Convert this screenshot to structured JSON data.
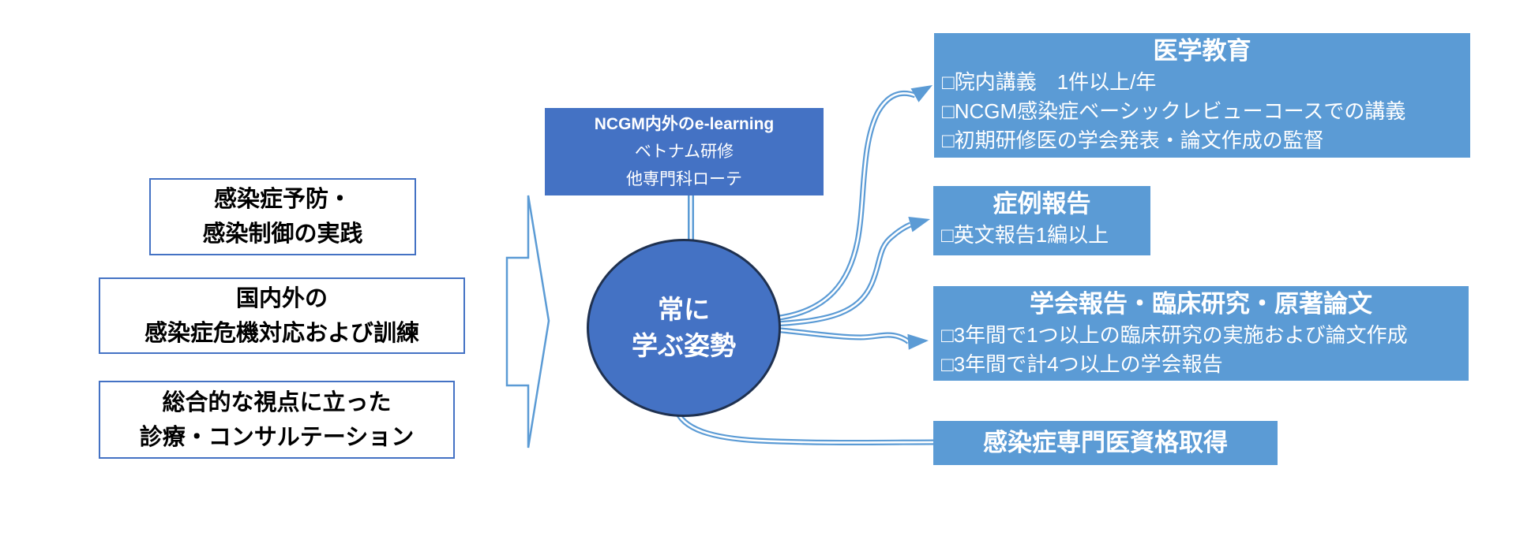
{
  "diagram": {
    "left_boxes": [
      {
        "line1": "感染症予防・",
        "line2": "感染制御の実践"
      },
      {
        "line1": "国内外の",
        "line2": "感染症危機対応および訓練"
      },
      {
        "line1": "総合的な視点に立った",
        "line2": "診療・コンサルテーション"
      }
    ],
    "input_box": {
      "line1": "NCGM内外のe-learning",
      "line2": "ベトナム研修",
      "line3": "他専門科ローテ"
    },
    "circle": {
      "line1": "常に",
      "line2": "学ぶ姿勢"
    },
    "output_boxes": [
      {
        "title": "医学教育",
        "items": [
          "□院内講義　1件以上/年",
          "□NCGM感染症ベーシックレビューコースでの講義",
          "□初期研修医の学会発表・論文作成の監督"
        ]
      },
      {
        "title": "症例報告",
        "items": [
          "□英文報告1編以上"
        ]
      },
      {
        "title": "学会報告・臨床研究・原著論文",
        "items": [
          "□3年間で1つ以上の臨床研究の実施および論文作成",
          "□3年間で計4つ以上の学会報告"
        ]
      },
      {
        "title": "感染症専門医資格取得",
        "items": []
      }
    ],
    "colors": {
      "core_blue": "#4472C4",
      "light_blue": "#5B9BD5",
      "box_border_blue": "#4472C4",
      "circle_outline": "#1F3150",
      "text_dark": "#000000",
      "text_light": "#FFFFFF",
      "background": "#FFFFFF"
    }
  }
}
